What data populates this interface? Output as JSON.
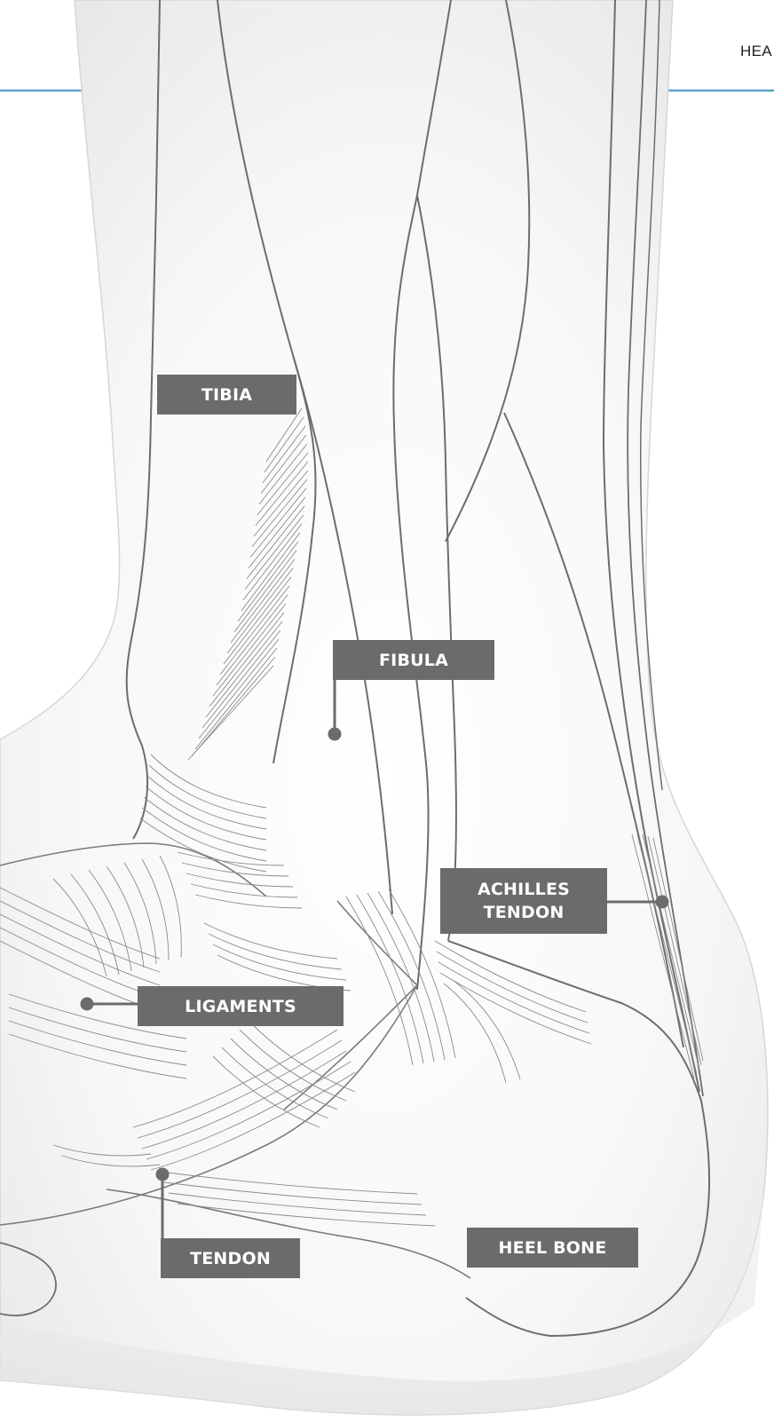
{
  "header": {
    "section_text": "HEA",
    "accent_color": "#5ba3cc"
  },
  "labels": {
    "tibia": "TIBIA",
    "fibula": "FIBULA",
    "achilles_line1": "ACHILLES",
    "achilles_line2": "TENDON",
    "ligaments": "LIGAMENTS",
    "tendon": "TENDON",
    "heel_bone": "HEEL BONE"
  },
  "colors": {
    "label_background": "#6b6b6b",
    "outline": "#6d6d6d",
    "fiber": "#8a8a8a"
  }
}
